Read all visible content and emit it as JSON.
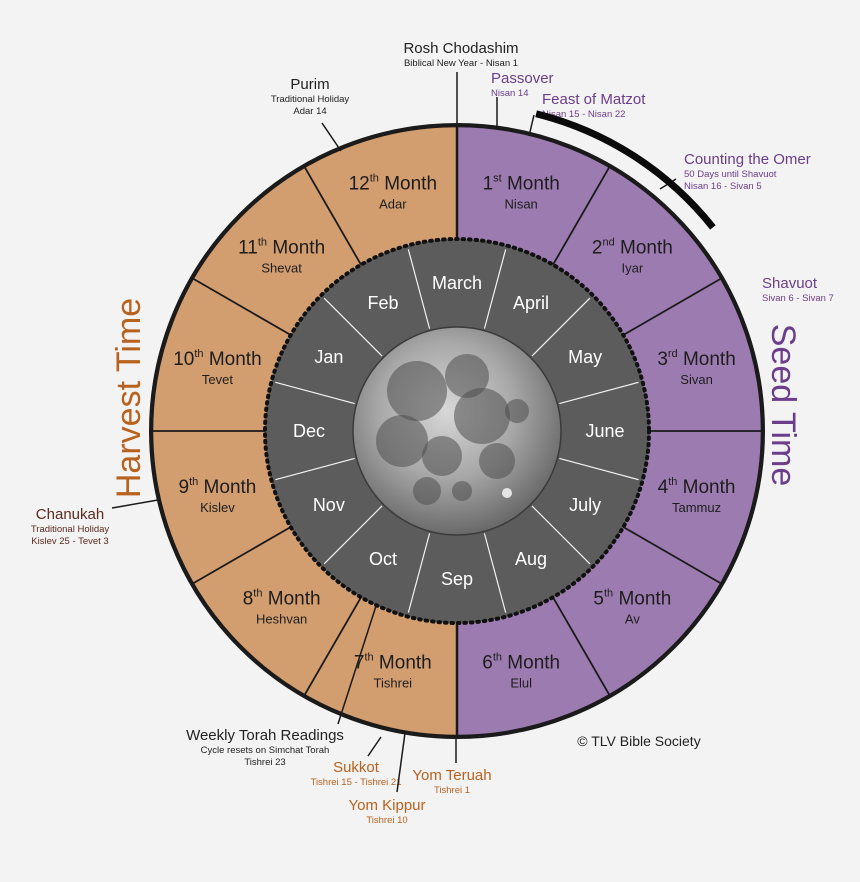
{
  "colors": {
    "background": "#f3f3f3",
    "harvest": "#d29d6f",
    "seed": "#9c7bb0",
    "inner": "#5c5c5c",
    "outline": "#1a1a1a",
    "harvest_text": "#b8621f",
    "seed_text": "#6b3d8a",
    "chanukah_text": "#5a2a20"
  },
  "harvest_label": "Harvest Time",
  "seed_label": "Seed Time",
  "copyright": "© TLV Bible Society",
  "hebrew_months": [
    {
      "num": "1",
      "sup": "st",
      "word": "Month",
      "name": "Nisan",
      "season": "seed"
    },
    {
      "num": "2",
      "sup": "nd",
      "word": "Month",
      "name": "Iyar",
      "season": "seed"
    },
    {
      "num": "3",
      "sup": "rd",
      "word": "Month",
      "name": "Sivan",
      "season": "seed"
    },
    {
      "num": "4",
      "sup": "th",
      "word": "Month",
      "name": "Tammuz",
      "season": "seed"
    },
    {
      "num": "5",
      "sup": "th",
      "word": "Month",
      "name": "Av",
      "season": "seed"
    },
    {
      "num": "6",
      "sup": "th",
      "word": "Month",
      "name": "Elul",
      "season": "seed"
    },
    {
      "num": "7",
      "sup": "th",
      "word": "Month",
      "name": "Tishrei",
      "season": "harvest"
    },
    {
      "num": "8",
      "sup": "th",
      "word": "Month",
      "name": "Heshvan",
      "season": "harvest"
    },
    {
      "num": "9",
      "sup": "th",
      "word": "Month",
      "name": "Kislev",
      "season": "harvest"
    },
    {
      "num": "10",
      "sup": "th",
      "word": "Month",
      "name": "Tevet",
      "season": "harvest"
    },
    {
      "num": "11",
      "sup": "th",
      "word": "Month",
      "name": "Shevat",
      "season": "harvest"
    },
    {
      "num": "12",
      "sup": "th",
      "word": "Month",
      "name": "Adar",
      "season": "harvest"
    }
  ],
  "gregorian_months": [
    "March",
    "April",
    "May",
    "June",
    "July",
    "Aug",
    "Sep",
    "Oct",
    "Nov",
    "Dec",
    "Jan",
    "Feb"
  ],
  "holidays": [
    {
      "key": "rosh-chodashim",
      "title": "Rosh Chodashim",
      "lines": [
        "Biblical New Year - Nisan 1"
      ],
      "color": "#222222"
    },
    {
      "key": "purim",
      "title": "Purim",
      "lines": [
        "Traditional Holiday",
        "Adar 14"
      ],
      "color": "#222222"
    },
    {
      "key": "passover",
      "title": "Passover",
      "lines": [
        "Nisan 14"
      ],
      "color": "#6b3d8a"
    },
    {
      "key": "feast-of-matzot",
      "title": "Feast of Matzot",
      "lines": [
        "Nisan 15 - Nisan 22"
      ],
      "color": "#6b3d8a"
    },
    {
      "key": "counting-the-omer",
      "title": "Counting the Omer",
      "lines": [
        "50 Days until Shavuot",
        "Nisan 16 - Sivan 5"
      ],
      "color": "#6b3d8a"
    },
    {
      "key": "shavuot",
      "title": "Shavuot",
      "lines": [
        "Sivan 6 - Sivan 7"
      ],
      "color": "#6b3d8a"
    },
    {
      "key": "chanukah",
      "title": "Chanukah",
      "lines": [
        "Traditional Holiday",
        "Kislev 25 - Tevet 3"
      ],
      "color": "#5a2a20"
    },
    {
      "key": "weekly-torah-readings",
      "title": "Weekly Torah Readings",
      "lines": [
        "Cycle resets on Simchat Torah",
        "Tishrei 23"
      ],
      "color": "#222222"
    },
    {
      "key": "sukkot",
      "title": "Sukkot",
      "lines": [
        "Tishrei 15 - Tishrei 21"
      ],
      "color": "#b8621f"
    },
    {
      "key": "yom-teruah",
      "title": "Yom Teruah",
      "lines": [
        "Tishrei 1"
      ],
      "color": "#b8621f"
    },
    {
      "key": "yom-kippur",
      "title": "Yom Kippur",
      "lines": [
        "Tishrei 10"
      ],
      "color": "#b8621f"
    }
  ]
}
